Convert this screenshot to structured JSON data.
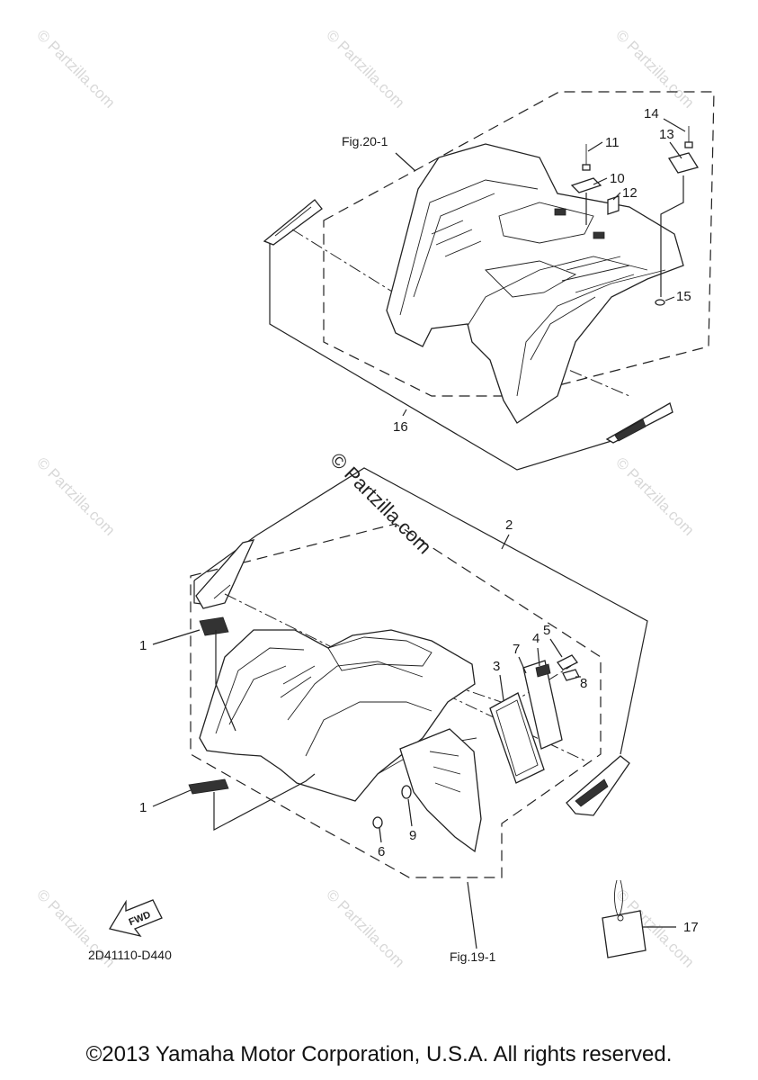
{
  "watermark_text": "© Partzilla.com",
  "figure_refs": {
    "top": "Fig.20-1",
    "bottom": "Fig.19-1"
  },
  "diagram_code": "2D41110-D440",
  "fwd_label": "FWD",
  "callouts": {
    "c1a": "1",
    "c1b": "1",
    "c2": "2",
    "c3": "3",
    "c4": "4",
    "c5": "5",
    "c6": "6",
    "c7": "7",
    "c8": "8",
    "c9": "9",
    "c10": "10",
    "c11": "11",
    "c12": "12",
    "c13": "13",
    "c14": "14",
    "c15": "15",
    "c16": "16",
    "c17": "17"
  },
  "copyright": "©2013 Yamaha Motor Corporation, U.S.A. All rights reserved."
}
